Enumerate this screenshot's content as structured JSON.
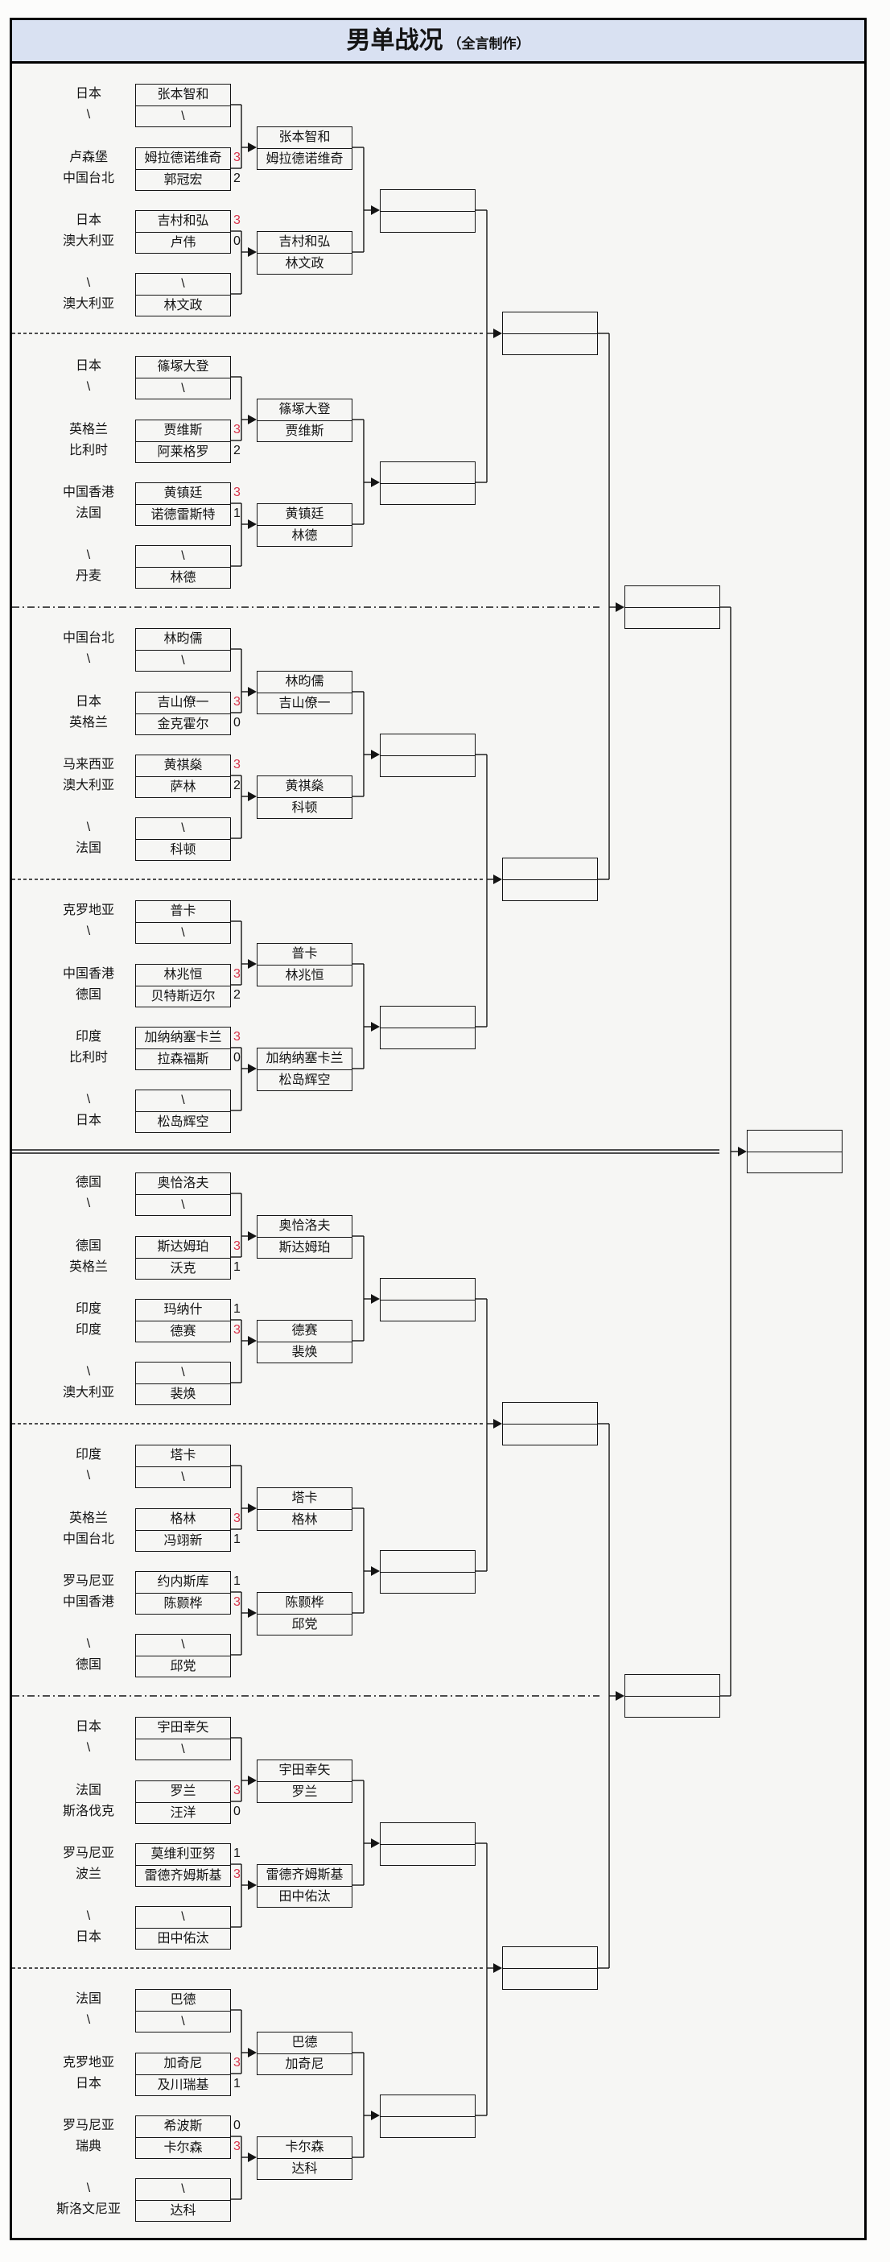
{
  "title": {
    "main": "男单战况",
    "sub": "（全言制作）"
  },
  "colors": {
    "header_bg": "#d9e1f2",
    "score_win_red": "#d8344a",
    "line_black": "#141414"
  },
  "sections": [
    {
      "countries": [
        "日本",
        "\\",
        "卢森堡",
        "中国台北",
        "日本",
        "澳大利亚",
        "\\",
        "澳大利亚"
      ],
      "r1": [
        [
          "张本智和",
          "\\"
        ],
        [
          "姆拉德诺维奇",
          "郭冠宏"
        ],
        [
          "吉村和弘",
          "卢伟"
        ],
        [
          "\\",
          "林文政"
        ]
      ],
      "scores": [
        [
          "3",
          "2"
        ],
        [
          "3",
          "0"
        ]
      ],
      "r2": [
        [
          "张本智和",
          "姆拉德诺维奇"
        ],
        [
          "吉村和弘",
          "林文政"
        ]
      ]
    },
    {
      "countries": [
        "日本",
        "\\",
        "英格兰",
        "比利时",
        "中国香港",
        "法国",
        "\\",
        "丹麦"
      ],
      "r1": [
        [
          "篠塚大登",
          "\\"
        ],
        [
          "贾维斯",
          "阿莱格罗"
        ],
        [
          "黄镇廷",
          "诺德雷斯特"
        ],
        [
          "\\",
          "林德"
        ]
      ],
      "scores": [
        [
          "3",
          "2"
        ],
        [
          "3",
          "1"
        ]
      ],
      "r2": [
        [
          "篠塚大登",
          "贾维斯"
        ],
        [
          "黄镇廷",
          "林德"
        ]
      ]
    },
    {
      "countries": [
        "中国台北",
        "\\",
        "日本",
        "英格兰",
        "马来西亚",
        "澳大利亚",
        "\\",
        "法国"
      ],
      "r1": [
        [
          "林昀儒",
          "\\"
        ],
        [
          "吉山僚一",
          "金克霍尔"
        ],
        [
          "黄祺燊",
          "萨林"
        ],
        [
          "\\",
          "科顿"
        ]
      ],
      "scores": [
        [
          "3",
          "0"
        ],
        [
          "3",
          "2"
        ]
      ],
      "r2": [
        [
          "林昀儒",
          "吉山僚一"
        ],
        [
          "黄祺燊",
          "科顿"
        ]
      ]
    },
    {
      "countries": [
        "克罗地亚",
        "\\",
        "中国香港",
        "德国",
        "印度",
        "比利时",
        "\\",
        "日本"
      ],
      "r1": [
        [
          "普卡",
          "\\"
        ],
        [
          "林兆恒",
          "贝特斯迈尔"
        ],
        [
          "加纳纳塞卡兰",
          "拉森福斯"
        ],
        [
          "\\",
          "松岛辉空"
        ]
      ],
      "scores": [
        [
          "3",
          "2"
        ],
        [
          "3",
          "0"
        ]
      ],
      "r2": [
        [
          "普卡",
          "林兆恒"
        ],
        [
          "加纳纳塞卡兰",
          "松岛辉空"
        ]
      ]
    },
    {
      "countries": [
        "德国",
        "\\",
        "德国",
        "英格兰",
        "印度",
        "印度",
        "\\",
        "澳大利亚"
      ],
      "r1": [
        [
          "奥恰洛夫",
          "\\"
        ],
        [
          "斯达姆珀",
          "沃克"
        ],
        [
          "玛纳什",
          "德赛"
        ],
        [
          "\\",
          "裴焕"
        ]
      ],
      "scores": [
        [
          "3",
          "1"
        ],
        [
          "1",
          "3"
        ]
      ],
      "r2": [
        [
          "奥恰洛夫",
          "斯达姆珀"
        ],
        [
          "德赛",
          "裴焕"
        ]
      ]
    },
    {
      "countries": [
        "印度",
        "\\",
        "英格兰",
        "中国台北",
        "罗马尼亚",
        "中国香港",
        "\\",
        "德国"
      ],
      "r1": [
        [
          "塔卡",
          "\\"
        ],
        [
          "格林",
          "冯翊新"
        ],
        [
          "约内斯库",
          "陈颢桦"
        ],
        [
          "\\",
          "邱党"
        ]
      ],
      "scores": [
        [
          "3",
          "1"
        ],
        [
          "1",
          "3"
        ]
      ],
      "r2": [
        [
          "塔卡",
          "格林"
        ],
        [
          "陈颢桦",
          "邱党"
        ]
      ]
    },
    {
      "countries": [
        "日本",
        "\\",
        "法国",
        "斯洛伐克",
        "罗马尼亚",
        "波兰",
        "\\",
        "日本"
      ],
      "r1": [
        [
          "宇田幸矢",
          "\\"
        ],
        [
          "罗兰",
          "汪洋"
        ],
        [
          "莫维利亚努",
          "雷德齐姆斯基"
        ],
        [
          "\\",
          "田中佑汰"
        ]
      ],
      "scores": [
        [
          "3",
          "0"
        ],
        [
          "1",
          "3"
        ]
      ],
      "r2": [
        [
          "宇田幸矢",
          "罗兰"
        ],
        [
          "雷德齐姆斯基",
          "田中佑汰"
        ]
      ]
    },
    {
      "countries": [
        "法国",
        "\\",
        "克罗地亚",
        "日本",
        "罗马尼亚",
        "瑞典",
        "\\",
        "斯洛文尼亚"
      ],
      "r1": [
        [
          "巴德",
          "\\"
        ],
        [
          "加奇尼",
          "及川瑞基"
        ],
        [
          "希波斯",
          "卡尔森"
        ],
        [
          "\\",
          "达科"
        ]
      ],
      "scores": [
        [
          "3",
          "1"
        ],
        [
          "0",
          "3"
        ]
      ],
      "r2": [
        [
          "巴德",
          "加奇尼"
        ],
        [
          "卡尔森",
          "达科"
        ]
      ]
    }
  ]
}
